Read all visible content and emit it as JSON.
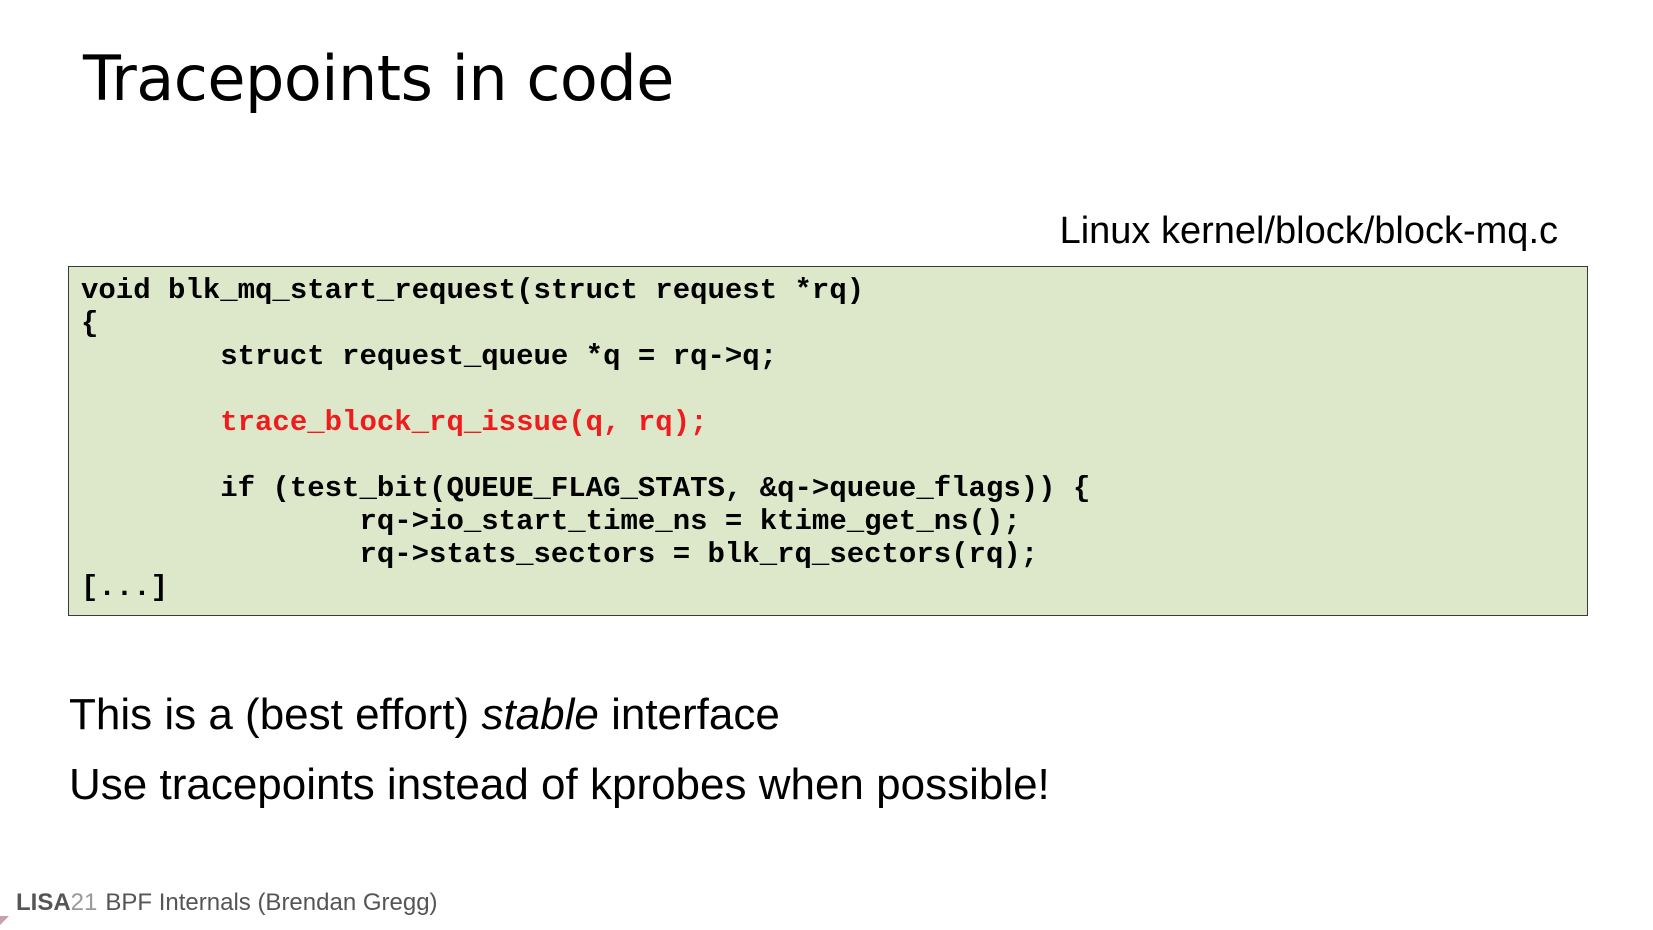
{
  "slide": {
    "title": "Tracepoints in code",
    "file_caption": "Linux kernel/block/block-mq.c"
  },
  "code": {
    "lines": [
      "void blk_mq_start_request(struct request *rq)",
      "{",
      "        struct request_queue *q = rq->q;",
      "",
      "        trace_block_rq_issue(q, rq);",
      "",
      "        if (test_bit(QUEUE_FLAG_STATS, &q->queue_flags)) {",
      "                rq->io_start_time_ns = ktime_get_ns();",
      "                rq->stats_sectors = blk_rq_sectors(rq);",
      "[...]"
    ],
    "highlight_color": "#ee1c1c",
    "background_color": "#dde8cb"
  },
  "bullets": {
    "line1": {
      "before": "This is a (best effort) ",
      "emphasis": "stable",
      "after": " interface"
    },
    "line2": "Use tracepoints instead of kprobes when possible!"
  },
  "footer": {
    "logo_text": "LISA",
    "logo_year": "21",
    "text": "BPF Internals (Brendan Gregg)"
  }
}
